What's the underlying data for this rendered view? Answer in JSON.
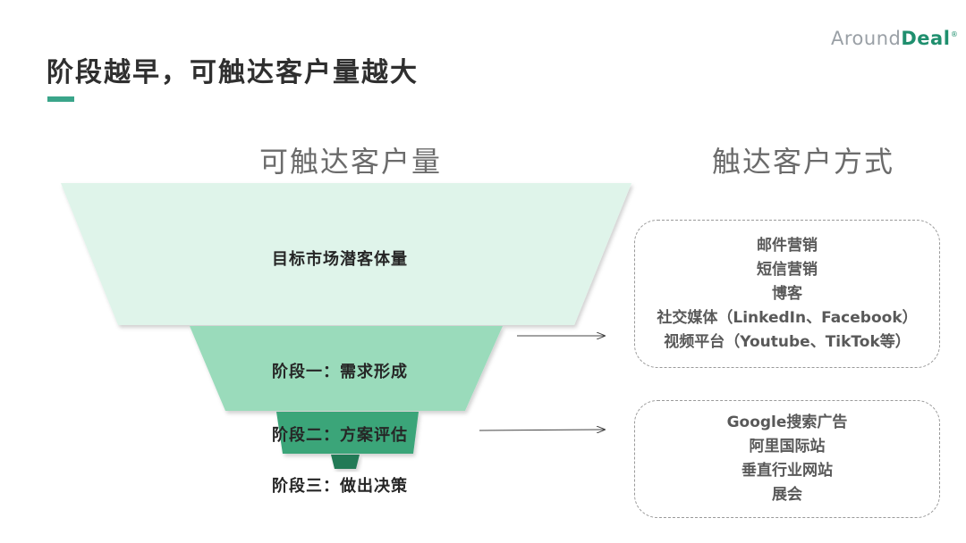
{
  "title": "阶段越早，可触达客户量越大",
  "logo": {
    "part1": "Around",
    "part2": "Deal",
    "reg": "®"
  },
  "headings": {
    "left": "可触达客户量",
    "right": "触达客户方式"
  },
  "funnel": {
    "stages": [
      {
        "label": "目标市场潜客体量",
        "color": "#dff4ea"
      },
      {
        "label": "阶段一：需求形成",
        "color": "#9adbbb"
      },
      {
        "label": "阶段二：方案评估",
        "color": "#3aa579"
      },
      {
        "label": "阶段三：做出决策",
        "color": "#237a57"
      }
    ]
  },
  "methods": [
    {
      "items": [
        "邮件营销",
        "短信营销",
        "博客",
        "社交媒体（LinkedIn、Facebook）",
        "视频平台（Youtube、TikTok等）"
      ]
    },
    {
      "items": [
        "Google搜索广告",
        "阿里国际站",
        "垂直行业网站",
        "展会"
      ]
    }
  ],
  "colors": {
    "accent": "#3aa58a",
    "arrow": "#444444",
    "box_border": "#9a9a9a"
  }
}
